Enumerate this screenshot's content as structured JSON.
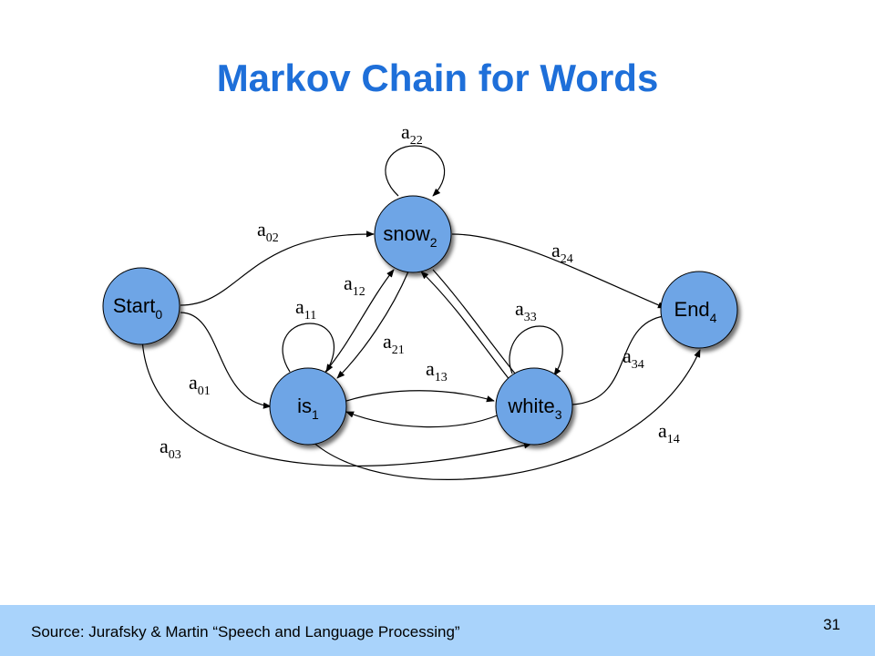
{
  "slide": {
    "title": "Markov Chain for Words"
  },
  "diagram": {
    "nodes": {
      "start": {
        "name": "Start",
        "index": "0"
      },
      "snow": {
        "name": "snow",
        "index": "2"
      },
      "is": {
        "name": "is",
        "index": "1"
      },
      "white": {
        "name": "white",
        "index": "3"
      },
      "end": {
        "name": "End",
        "index": "4"
      }
    },
    "edges": {
      "a22": {
        "base": "a",
        "sub": "22"
      },
      "a02": {
        "base": "a",
        "sub": "02"
      },
      "a24": {
        "base": "a",
        "sub": "24"
      },
      "a12": {
        "base": "a",
        "sub": "12"
      },
      "a11": {
        "base": "a",
        "sub": "11"
      },
      "a21": {
        "base": "a",
        "sub": "21"
      },
      "a33": {
        "base": "a",
        "sub": "33"
      },
      "a13": {
        "base": "a",
        "sub": "13"
      },
      "a01": {
        "base": "a",
        "sub": "01"
      },
      "a34": {
        "base": "a",
        "sub": "34"
      },
      "a14": {
        "base": "a",
        "sub": "14"
      },
      "a03": {
        "base": "a",
        "sub": "03"
      }
    },
    "colors": {
      "node_fill": "#6ea5e6",
      "title": "#1e6fd9",
      "footer": "#a9d3fb"
    }
  },
  "footer": {
    "source": "Source: Jurafsky & Martin “Speech and Language Processing”",
    "page_number": "31"
  }
}
